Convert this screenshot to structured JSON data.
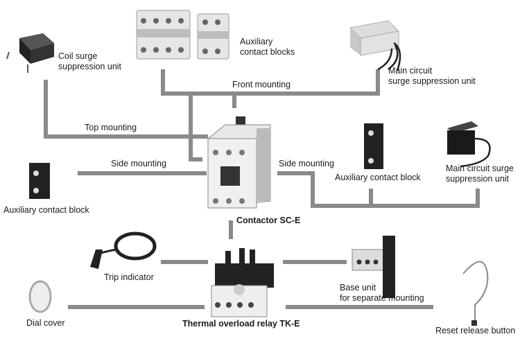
{
  "labels": {
    "coil_surge": "Coil surge\nsuppression unit",
    "aux_blocks_top": "Auxiliary\ncontact blocks",
    "main_surge_top": "Main circuit\nsurge suppression unit",
    "front_mounting": "Front mounting",
    "top_mounting": "Top mounting",
    "side_mounting_left": "Side mounting",
    "side_mounting_right": "Side mounting",
    "aux_block_left": "Auxiliary contact block",
    "aux_block_right": "Auxiliary contact block",
    "main_surge_right": "Main circuit surge\nsuppression unit",
    "contactor": "Contactor SC-E",
    "trip_indicator": "Trip indicator",
    "base_unit": "Base unit\nfor separate mounting",
    "dial_cover": "Dial cover",
    "relay": "Thermal overload relay TK-E",
    "reset_button": "Reset release button"
  },
  "colors": {
    "connector": "#8a8a8a"
  }
}
